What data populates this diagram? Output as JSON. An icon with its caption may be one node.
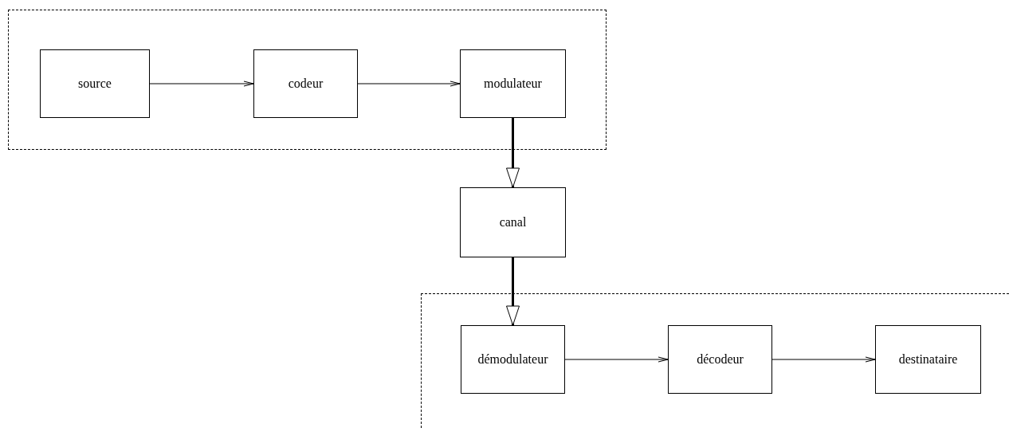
{
  "diagram": {
    "nodes": [
      {
        "text": [],
        "shape": "box"
      },
      {
        "text": [
          "source"
        ],
        "in": 0
      },
      {
        "text": [
          "codeur"
        ],
        "in": 0
      },
      {
        "text": [
          "modulateur"
        ],
        "in": 0
      },
      {
        "text": [
          "canal"
        ]
      },
      {
        "text": [],
        "shape": "box"
      },
      {
        "text": [
          "démodulateur"
        ],
        "in": 5
      },
      {
        "text": [
          "décodeur"
        ],
        "in": 5
      },
      {
        "text": [
          "destinataire"
        ],
        "in": 5
      }
    ],
    "edges": [
      {
        "from": 1,
        "to": 2,
        "arrow": "to"
      },
      {
        "from": 2,
        "to": 3,
        "arrow": "to"
      },
      {
        "from": 3,
        "to": 4,
        "arrow": "to",
        "style": "thick"
      },
      {
        "from": 4,
        "to": 6,
        "arrow": "to",
        "style": "thick"
      },
      {
        "from": 6,
        "to": 7,
        "arrow": "to"
      },
      {
        "from": 7,
        "to": 8,
        "arrow": "to"
      }
    ]
  }
}
